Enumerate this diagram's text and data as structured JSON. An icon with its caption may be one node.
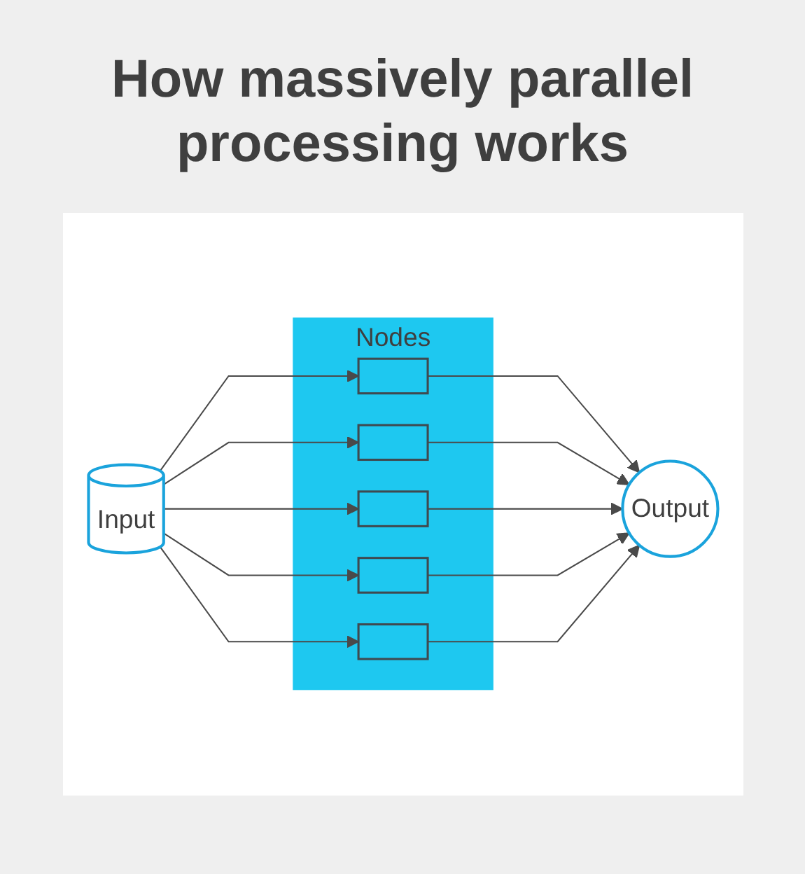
{
  "diagram": {
    "title": "How massively parallel processing works",
    "nodes": [
      {
        "text": [
          "Input"
        ]
      },
      {
        "text": [
          "Nodes"
        ]
      },
      {
        "text": [],
        "shape": "box",
        "in": 1
      },
      {
        "text": [],
        "shape": "box",
        "in": 1
      },
      {
        "text": [],
        "shape": "box",
        "in": 1
      },
      {
        "text": [],
        "shape": "box",
        "in": 1
      },
      {
        "text": [],
        "shape": "box",
        "in": 1
      },
      {
        "text": [
          "Output"
        ]
      }
    ],
    "edges": [
      {
        "from": 0,
        "to": 2,
        "arrow": "to"
      },
      {
        "from": 0,
        "to": 3,
        "arrow": "to"
      },
      {
        "from": 0,
        "to": 4,
        "arrow": "to"
      },
      {
        "from": 0,
        "to": 5,
        "arrow": "to"
      },
      {
        "from": 0,
        "to": 6,
        "arrow": "to"
      },
      {
        "from": 2,
        "to": 7,
        "arrow": "to"
      },
      {
        "from": 3,
        "to": 7,
        "arrow": "to"
      },
      {
        "from": 4,
        "to": 7,
        "arrow": "to"
      },
      {
        "from": 5,
        "to": 7,
        "arrow": "to"
      },
      {
        "from": 6,
        "to": 7,
        "arrow": "to"
      }
    ]
  }
}
